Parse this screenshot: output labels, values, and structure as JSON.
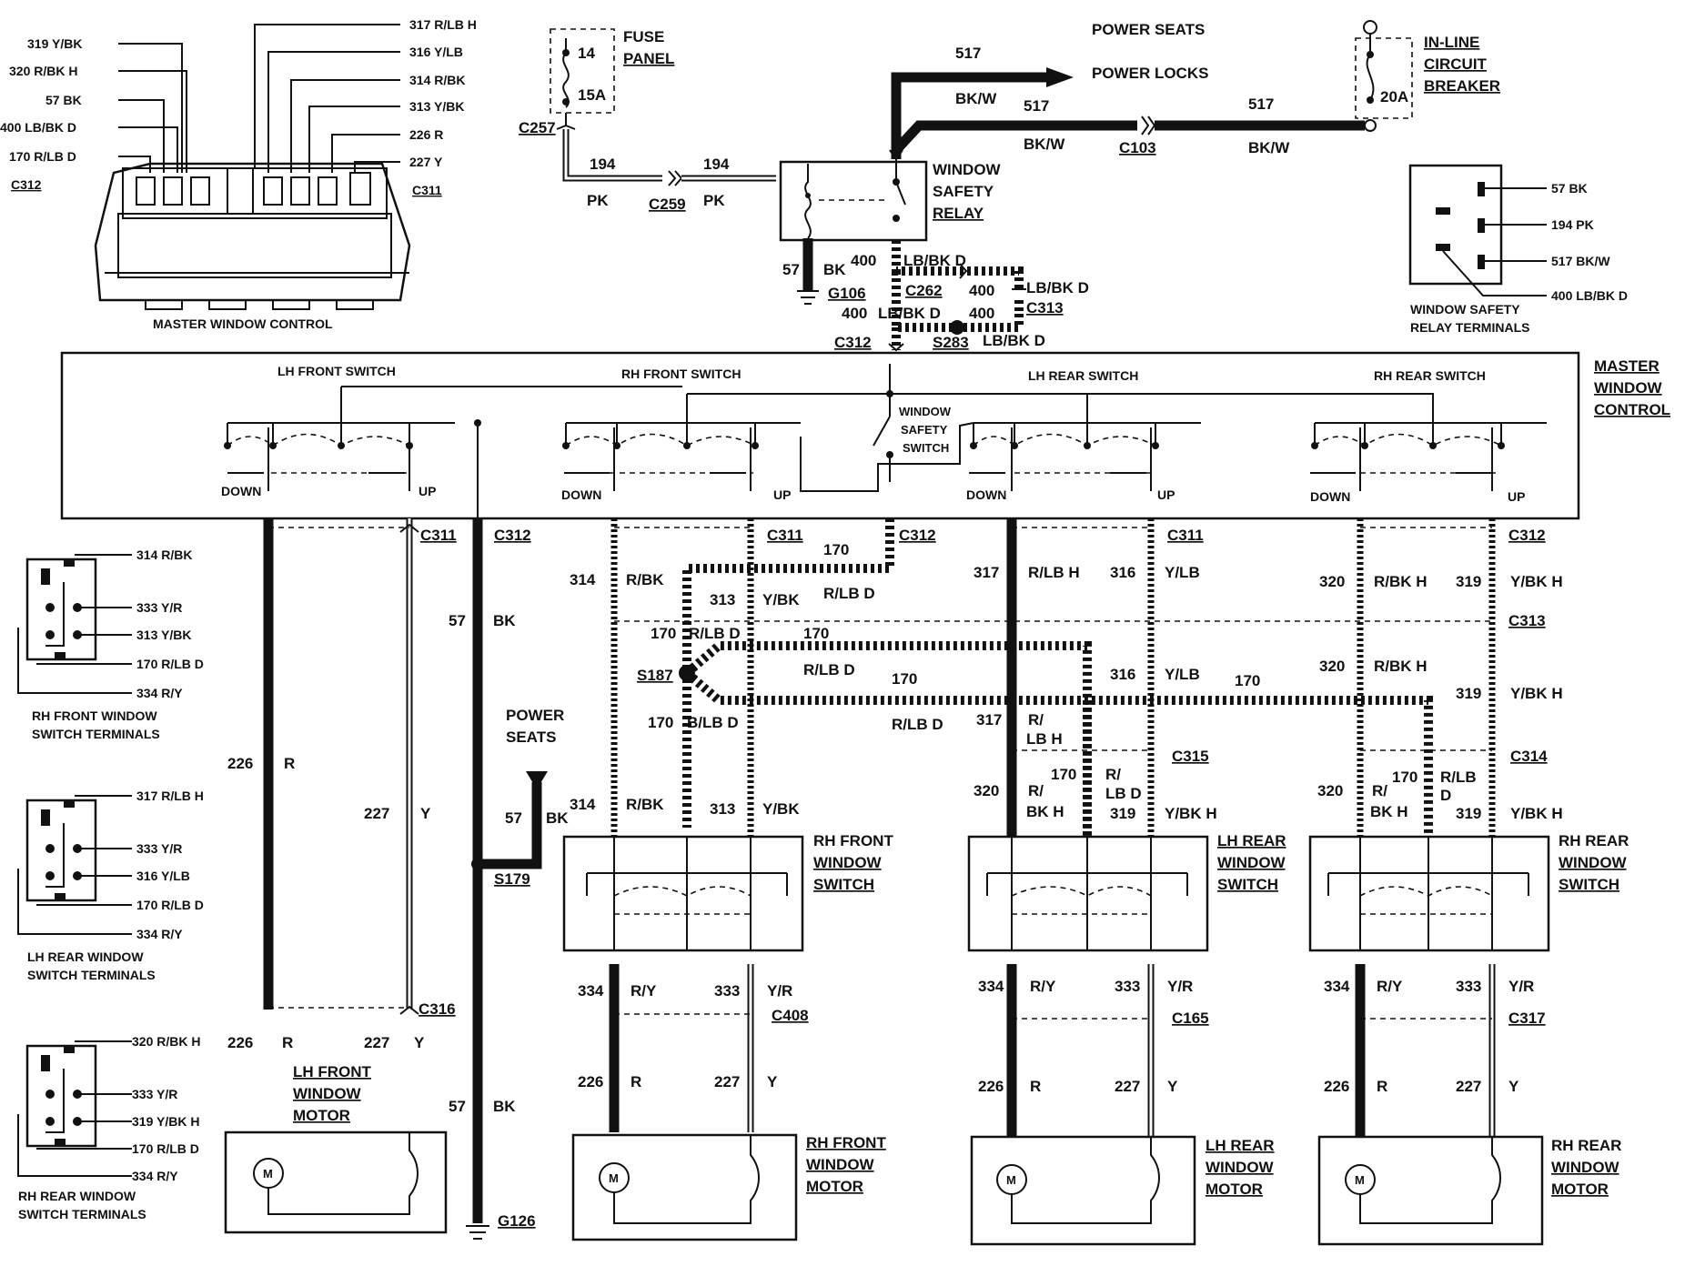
{
  "master_window_control_view": {
    "caption": "MASTER WINDOW CONTROL",
    "pins_left": [
      "319 Y/BK",
      "320 R/BK H",
      "57 BK",
      "400 LB/BK D",
      "170 R/LB D"
    ],
    "pins_right": [
      "317 R/LB H",
      "316 Y/LB",
      "314 R/BK",
      "313 Y/BK",
      "226 R",
      "227 Y"
    ],
    "connector_left": "C312",
    "connector_right": "C311"
  },
  "fuse_panel": {
    "label": "FUSE\nPANEL",
    "fuse_no": "14",
    "rating": "15A",
    "connector": "C257"
  },
  "circuit_194": {
    "num_a": "194",
    "color_a": "PK",
    "connector": "C259",
    "num_b": "194",
    "color_b": "PK"
  },
  "power_seats_top": "POWER SEATS",
  "power_locks": "POWER LOCKS",
  "circuit_517": {
    "num_1": "517",
    "color_1": "BK/W",
    "num_2": "517",
    "color_2": "BK/W",
    "connector": "C103",
    "num_3": "517",
    "color_3": "BK/W"
  },
  "breaker": {
    "label": "IN-LINE\nCIRCUIT\nBREAKER",
    "rating": "20A"
  },
  "relay": {
    "label": "WINDOW\nSAFETY\nRELAY"
  },
  "relay_terminals": {
    "caption": "WINDOW SAFETY\nRELAY TERMINALS",
    "pins": [
      "57 BK",
      "194 PK",
      "517 BK/W",
      "400 LB/BK D"
    ]
  },
  "ground_g106": {
    "num": "57",
    "color": "BK",
    "name": "G106"
  },
  "circuit_400": {
    "a_num": "400",
    "a_color": "LB/BK D",
    "c262": "C262",
    "b_num": "400",
    "b_color": "LB/BK D",
    "c313": "C313",
    "c_num": "400",
    "c_color": "LB/BK D",
    "d_num": "400",
    "d_color": "LB/BK D",
    "c312": "C312",
    "s283": "S283"
  },
  "master_control": {
    "label": "MASTER\nWINDOW\nCONTROL",
    "switches": [
      "LH FRONT SWITCH",
      "RH FRONT SWITCH",
      "LH REAR SWITCH",
      "RH REAR SWITCH"
    ],
    "safety_switch": "WINDOW\nSAFETY\nSWITCH",
    "down": "DOWN",
    "up": "UP"
  },
  "connectors": {
    "c311": "C311",
    "c312": "C312",
    "c313": "C313",
    "c314": "C314",
    "c315": "C315",
    "c316": "C316",
    "c317": "C317",
    "c408": "C408",
    "c165": "C165"
  },
  "splices": {
    "s187": "S187",
    "s179": "S179",
    "g126": "G126"
  },
  "terminals": [
    {
      "caption": "RH FRONT WINDOW\nSWITCH TERMINALS",
      "pins": [
        "314 R/BK",
        "333 Y/R",
        "313 Y/BK",
        "170 R/LB D",
        "334 R/Y"
      ]
    },
    {
      "caption": "LH REAR WINDOW\nSWITCH TERMINALS",
      "pins": [
        "317 R/LB H",
        "333 Y/R",
        "316 Y/LB",
        "170 R/LB D",
        "334 R/Y"
      ]
    },
    {
      "caption": "RH REAR WINDOW\nSWITCH TERMINALS",
      "pins": [
        "320 R/BK H",
        "333 Y/R",
        "319 Y/BK H",
        "170 R/LB D",
        "334 R/Y"
      ]
    }
  ],
  "lh_front": {
    "w226": "226",
    "c226": "R",
    "w227": "227",
    "c227": "Y",
    "w226b": "226",
    "c226b": "R",
    "w227b": "227",
    "c227b": "Y",
    "motor": "LH FRONT\nWINDOW\nMOTOR"
  },
  "ground_line": {
    "w57a": "57",
    "c57a": "BK",
    "power_seats": "POWER\nSEATS",
    "w57b": "57",
    "c57b": "BK",
    "w57c": "57",
    "c57c": "BK"
  },
  "rh_front": {
    "w314": "314",
    "c314": "R/BK",
    "w313": "313",
    "c313": "Y/BK",
    "w170a": "170",
    "c170a": "R/LB D",
    "w170b": "170",
    "c170b": "R/LB D",
    "w170c": "170",
    "c170c": "R/LB D",
    "w170d": "170",
    "c170d": "B/LB D",
    "w170e": "170",
    "c170e": "R/LB D",
    "w170f": "170",
    "c170f": "R/LB D",
    "w314b": "314",
    "c314b": "R/BK",
    "w313b": "313",
    "c313b": "Y/BK",
    "switch": "RH FRONT\nWINDOW\nSWITCH",
    "w334": "334",
    "c334": "R/Y",
    "w333": "333",
    "c333": "Y/R",
    "w226": "226",
    "c226": "R",
    "w227": "227",
    "c227": "Y",
    "motor": "RH FRONT\nWINDOW\nMOTOR"
  },
  "lh_rear": {
    "w317": "317",
    "c317": "R/LB H",
    "w316": "316",
    "c316": "Y/LB",
    "w316b": "316",
    "c316b": "Y/LB",
    "w170": "170",
    "w317b": "317",
    "c317b": "R/\nLB H",
    "w320": "320",
    "c320": "R/\nBK H",
    "w170b": "170",
    "c170b": "R/\nLB D",
    "w319": "319",
    "c319": "Y/BK H",
    "switch": "LH REAR\nWINDOW\nSWITCH",
    "w334": "334",
    "c334": "R/Y",
    "w333": "333",
    "c333": "Y/R",
    "w226": "226",
    "c226": "R",
    "w227": "227",
    "c227": "Y",
    "motor": "LH REAR\nWINDOW\nMOTOR"
  },
  "rh_rear": {
    "w320": "320",
    "c320": "R/BK H",
    "w319": "319",
    "c319": "Y/BK H",
    "w320b": "320",
    "c320b": "R/BK H",
    "w319b": "319",
    "c319b": "Y/BK H",
    "w320c": "320",
    "c320c": "R/\nBK H",
    "w170": "170",
    "c170": "R/LB\nD",
    "w319c": "319",
    "c319c": "Y/BK H",
    "switch": "RH REAR\nWINDOW\nSWITCH",
    "w334": "334",
    "c334": "R/Y",
    "w333": "333",
    "c333": "Y/R",
    "w226": "226",
    "c226": "R",
    "w227": "227",
    "c227": "Y",
    "motor": "RH REAR\nWINDOW\nMOTOR"
  }
}
